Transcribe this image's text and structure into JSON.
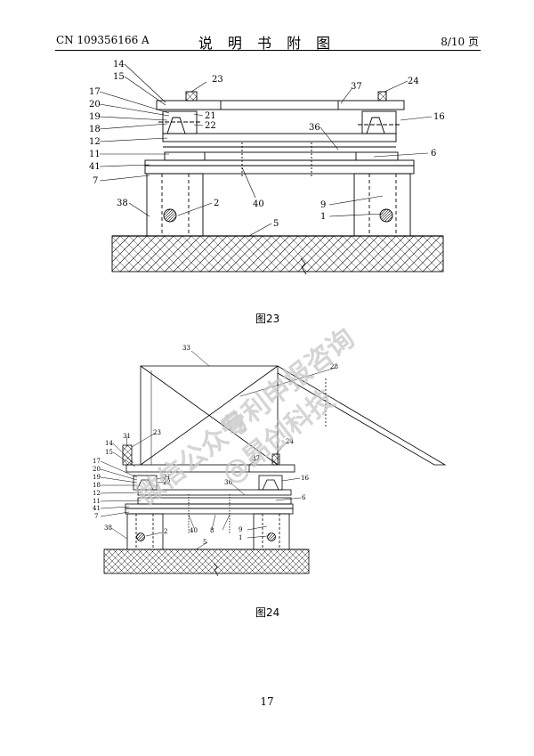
{
  "header": {
    "doc_number": "CN 109356166 A",
    "title": "说 明 书 附 图",
    "page_info": "8/10 页"
  },
  "figure23": {
    "caption": "图23",
    "labels": {
      "l14": "14",
      "l15": "15",
      "l17": "17",
      "l20": "20",
      "l19": "19",
      "l18": "18",
      "l12": "12",
      "l11": "11",
      "l41": "41",
      "l7": "7",
      "l38": "38",
      "l23": "23",
      "l21": "21",
      "l22": "22",
      "l37": "37",
      "l24": "24",
      "l16": "16",
      "l36": "36",
      "l6": "6",
      "l40": "40",
      "l2": "2",
      "l9": "9",
      "l1": "1",
      "l5": "5"
    }
  },
  "figure24": {
    "caption": "图24",
    "labels": {
      "l33": "33",
      "l28": "28",
      "l31": "31",
      "l23": "23",
      "l14": "14",
      "l15": "15",
      "l17": "17",
      "l20": "20",
      "l19": "19",
      "l18": "18",
      "l12": "12",
      "l11": "11",
      "l41": "41",
      "l7": "7",
      "l38": "38",
      "l21": "21",
      "l22": "22",
      "l37": "37",
      "l24": "24",
      "l16": "16",
      "l36": "36",
      "l6": "6",
      "l40": "40",
      "l8": "8",
      "l2": "2",
      "l9": "9",
      "l1": "1",
      "l5": "5"
    }
  },
  "watermark": {
    "line1": "微信公众号",
    "line2": "专利申报咨询",
    "line3": "@昂创科技"
  },
  "page_number": "17"
}
